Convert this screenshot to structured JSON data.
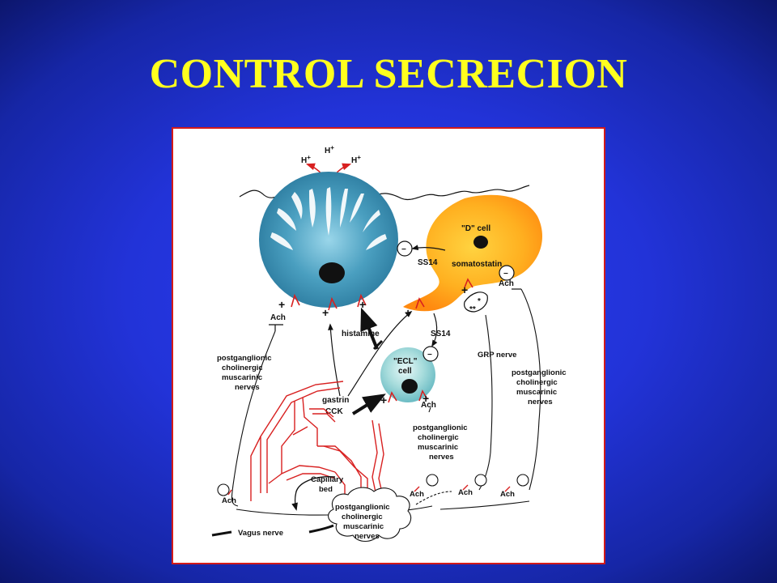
{
  "slide": {
    "title": "CONTROL SECRECION"
  },
  "diagram": {
    "protons": [
      "H",
      "H",
      "H"
    ],
    "proton_sup": "+",
    "d_cell": "\"D\" cell",
    "somatostatin": "somatostatin",
    "ss14_top": "SS14",
    "ss14_mid": "SS14",
    "ach_parietal": "Ach",
    "ach_dcell": "Ach",
    "ach_ecl": "Ach",
    "histamine": "histamine",
    "ecl_cell": [
      "\"ECL\"",
      "cell"
    ],
    "gastrin": "gastrin",
    "cck": "CCK",
    "grp_nerve": "GRP nerve",
    "nerves_left": [
      "postganglionic",
      "cholinergic",
      "muscarinic",
      "nerves"
    ],
    "nerves_mid": [
      "postganglionic",
      "cholinergic",
      "muscarinic",
      "nerves"
    ],
    "nerves_right": [
      "postganglionic",
      "cholinergic",
      "muscarinic",
      "nerves"
    ],
    "nerves_bottom": [
      "postganglionic",
      "cholinergic",
      "muscarinic",
      "nerves"
    ],
    "capillary_bed": [
      "Capillary",
      "bed"
    ],
    "vagus_nerve": "Vagus nerve",
    "bottom_ach": [
      "Ach",
      "Ach",
      "Ach",
      "Ach"
    ],
    "stars": [
      "*",
      "**"
    ],
    "plus": "+",
    "minus": "−"
  }
}
